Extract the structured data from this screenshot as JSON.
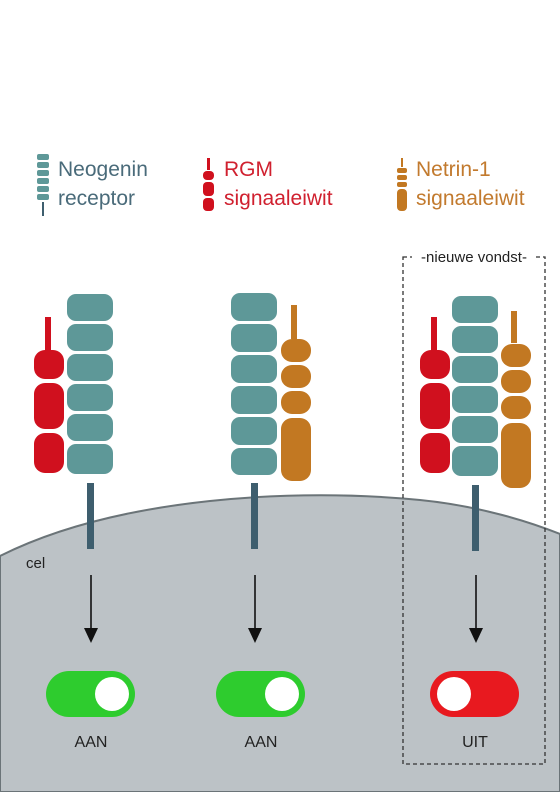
{
  "legend": [
    {
      "line1": "Neogenin",
      "line2": "receptor",
      "color": "#4a6b7a"
    },
    {
      "line1": "RGM",
      "line2": "signaaleiwit",
      "color": "#d0202f"
    },
    {
      "line1": "Netrin-1",
      "line2": "signaaleiwit",
      "color": "#c27a2e"
    }
  ],
  "cell_label": "cel",
  "new_finding_label": "-nieuwe vondst-",
  "switches": [
    {
      "label": "AAN",
      "state": "on",
      "color": "#2ecc2e"
    },
    {
      "label": "AAN",
      "state": "on",
      "color": "#2ecc2e"
    },
    {
      "label": "UIT",
      "state": "off",
      "color": "#e8191f"
    }
  ],
  "colors": {
    "receptor": "#5e9898",
    "receptor_stem": "#3e5e6e",
    "rgm": "#d0101e",
    "netrin": "#c27822",
    "cell": "#bcc2c6",
    "cell_edge": "#6b7478"
  }
}
